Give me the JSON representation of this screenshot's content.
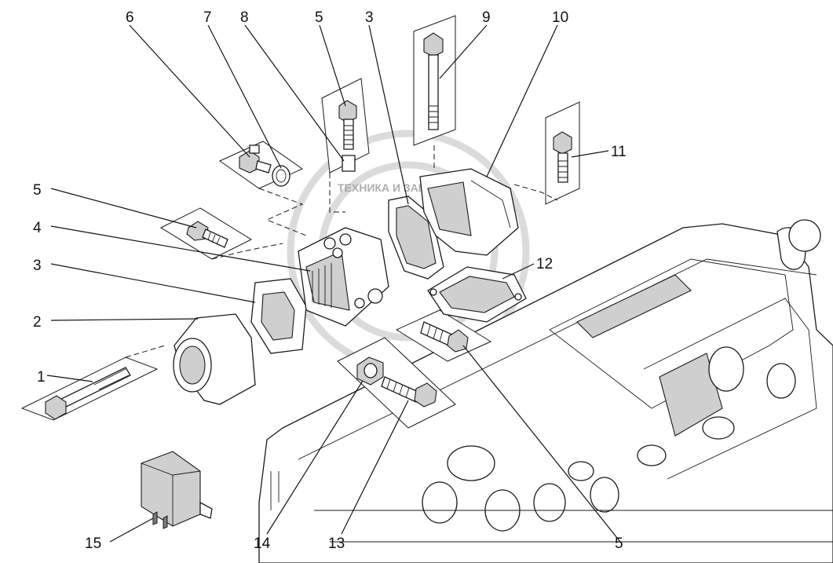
{
  "callouts": [
    {
      "id": "c1",
      "label": "1"
    },
    {
      "id": "c2",
      "label": "2"
    },
    {
      "id": "c3a",
      "label": "3"
    },
    {
      "id": "c3b",
      "label": "3"
    },
    {
      "id": "c4",
      "label": "4"
    },
    {
      "id": "c5a",
      "label": "5"
    },
    {
      "id": "c5b",
      "label": "5"
    },
    {
      "id": "c5c",
      "label": "5"
    },
    {
      "id": "c6",
      "label": "6"
    },
    {
      "id": "c7",
      "label": "7"
    },
    {
      "id": "c8",
      "label": "8"
    },
    {
      "id": "c9",
      "label": "9"
    },
    {
      "id": "c10",
      "label": "10"
    },
    {
      "id": "c11",
      "label": "11"
    },
    {
      "id": "c12",
      "label": "12"
    },
    {
      "id": "c13",
      "label": "13"
    },
    {
      "id": "c14",
      "label": "14"
    },
    {
      "id": "c15",
      "label": "15"
    }
  ],
  "watermark": {
    "text": "ТЕХНИКА И ЗАПЧАСТИ"
  }
}
